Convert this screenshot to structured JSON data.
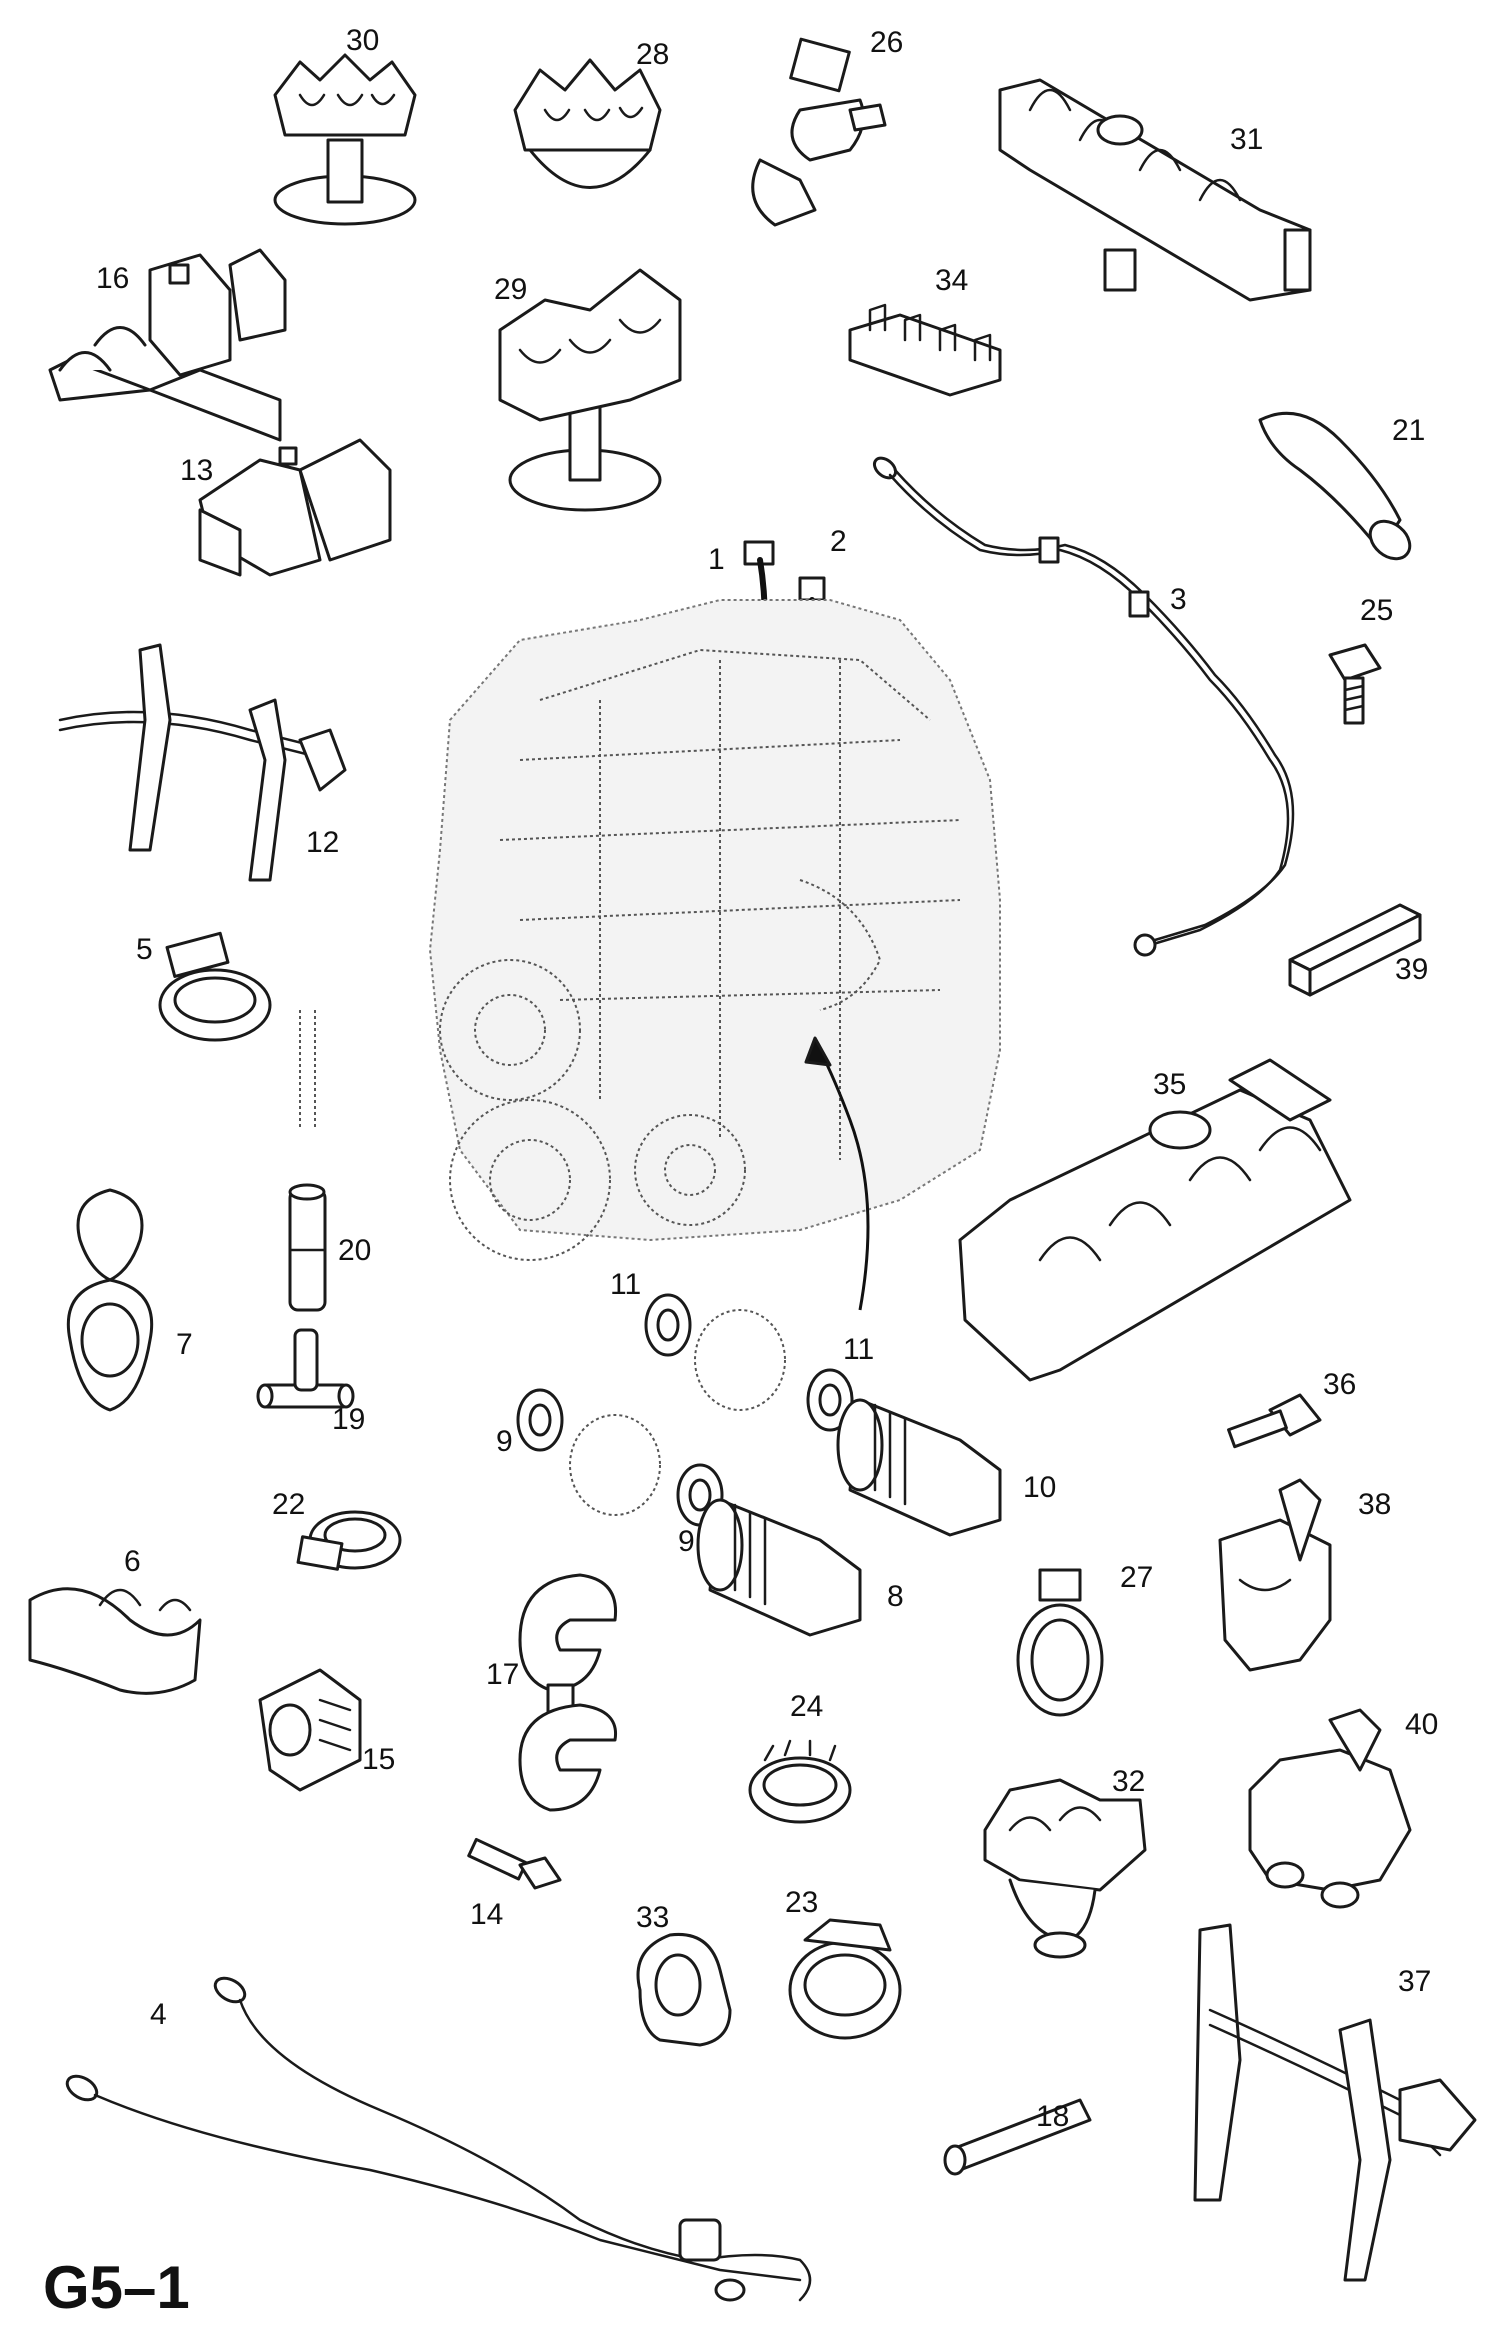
{
  "figure": {
    "plate_code": "G5–1"
  },
  "callouts": [
    {
      "id": "c30",
      "text": "30"
    },
    {
      "id": "c28",
      "text": "28"
    },
    {
      "id": "c26",
      "text": "26"
    },
    {
      "id": "c31",
      "text": "31"
    },
    {
      "id": "c16",
      "text": "16"
    },
    {
      "id": "c29",
      "text": "29"
    },
    {
      "id": "c34",
      "text": "34"
    },
    {
      "id": "c21",
      "text": "21"
    },
    {
      "id": "c13",
      "text": "13"
    },
    {
      "id": "c1",
      "text": "1"
    },
    {
      "id": "c2",
      "text": "2"
    },
    {
      "id": "c3",
      "text": "3"
    },
    {
      "id": "c25",
      "text": "25"
    },
    {
      "id": "c12",
      "text": "12"
    },
    {
      "id": "c39",
      "text": "39"
    },
    {
      "id": "c5",
      "text": "5"
    },
    {
      "id": "c35",
      "text": "35"
    },
    {
      "id": "c20",
      "text": "20"
    },
    {
      "id": "c7",
      "text": "7"
    },
    {
      "id": "c11a",
      "text": "11"
    },
    {
      "id": "c11b",
      "text": "11"
    },
    {
      "id": "c36",
      "text": "36"
    },
    {
      "id": "c19",
      "text": "19"
    },
    {
      "id": "c9a",
      "text": "9"
    },
    {
      "id": "c10",
      "text": "10"
    },
    {
      "id": "c9b",
      "text": "9"
    },
    {
      "id": "c22",
      "text": "22"
    },
    {
      "id": "c38",
      "text": "38"
    },
    {
      "id": "c6",
      "text": "6"
    },
    {
      "id": "c8",
      "text": "8"
    },
    {
      "id": "c27",
      "text": "27"
    },
    {
      "id": "c17",
      "text": "17"
    },
    {
      "id": "c15",
      "text": "15"
    },
    {
      "id": "c24",
      "text": "24"
    },
    {
      "id": "c40",
      "text": "40"
    },
    {
      "id": "c32",
      "text": "32"
    },
    {
      "id": "c14",
      "text": "14"
    },
    {
      "id": "c33",
      "text": "33"
    },
    {
      "id": "c23",
      "text": "23"
    },
    {
      "id": "c37",
      "text": "37"
    },
    {
      "id": "c4",
      "text": "4"
    },
    {
      "id": "c18",
      "text": "18"
    }
  ]
}
